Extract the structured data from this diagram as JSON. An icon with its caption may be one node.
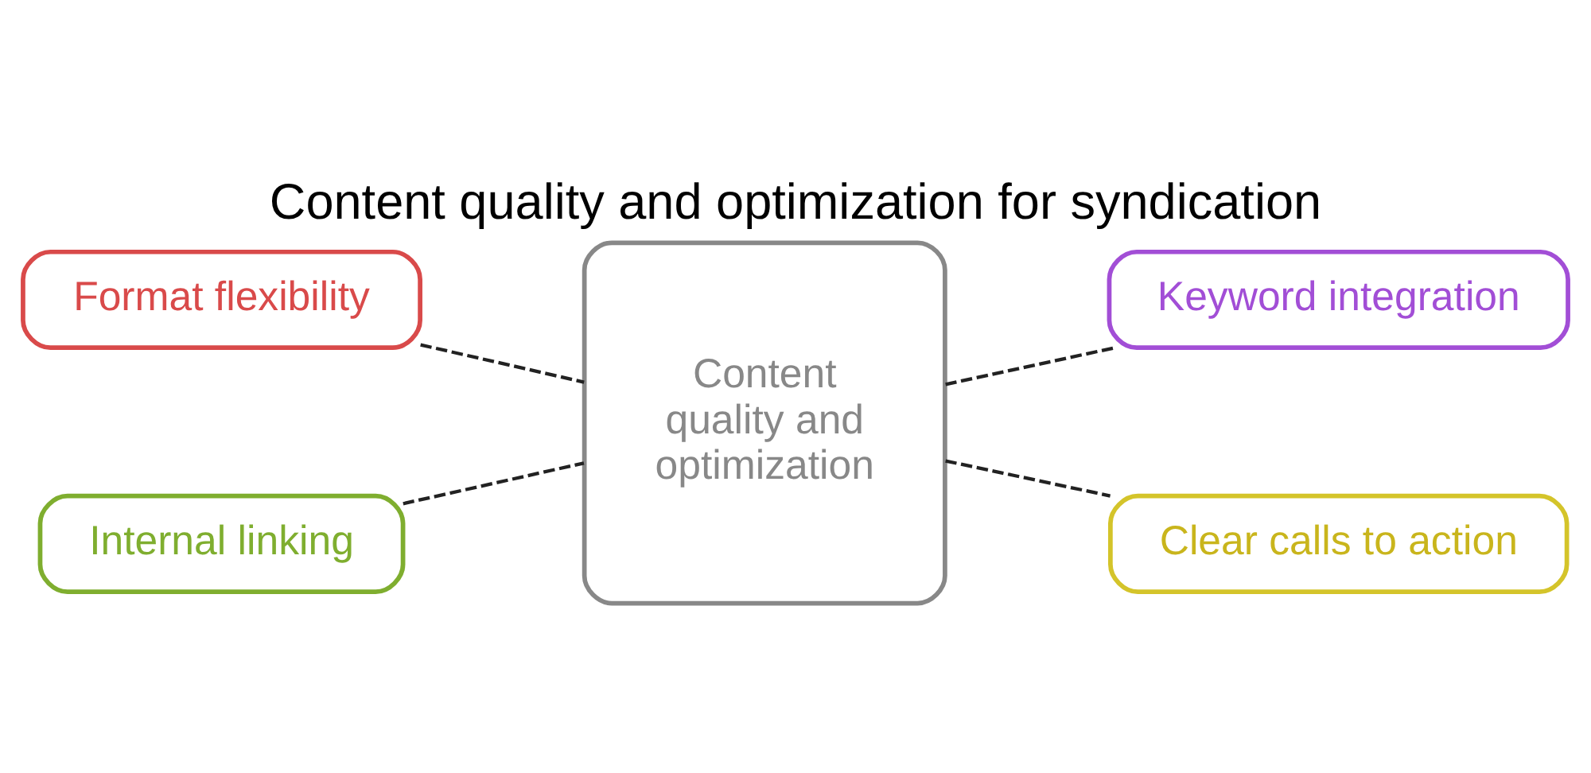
{
  "diagram": {
    "title": "Content quality and optimization for syndication",
    "nodes": [
      {
        "text": [
          "Content quality and optimization"
        ]
      },
      {
        "text": [
          "Format flexibility"
        ]
      },
      {
        "text": [
          "Keyword integration"
        ]
      },
      {
        "text": [
          "Internal linking"
        ]
      },
      {
        "text": [
          "Clear calls to action"
        ]
      }
    ],
    "edges": [
      {
        "from": 1,
        "to": 0,
        "arrow": "none",
        "style": "dashed"
      },
      {
        "from": 0,
        "to": 2,
        "arrow": "none",
        "style": "dashed"
      },
      {
        "from": 3,
        "to": 0,
        "arrow": "none",
        "style": "dashed"
      },
      {
        "from": 0,
        "to": 4,
        "arrow": "none",
        "style": "dashed"
      }
    ]
  }
}
